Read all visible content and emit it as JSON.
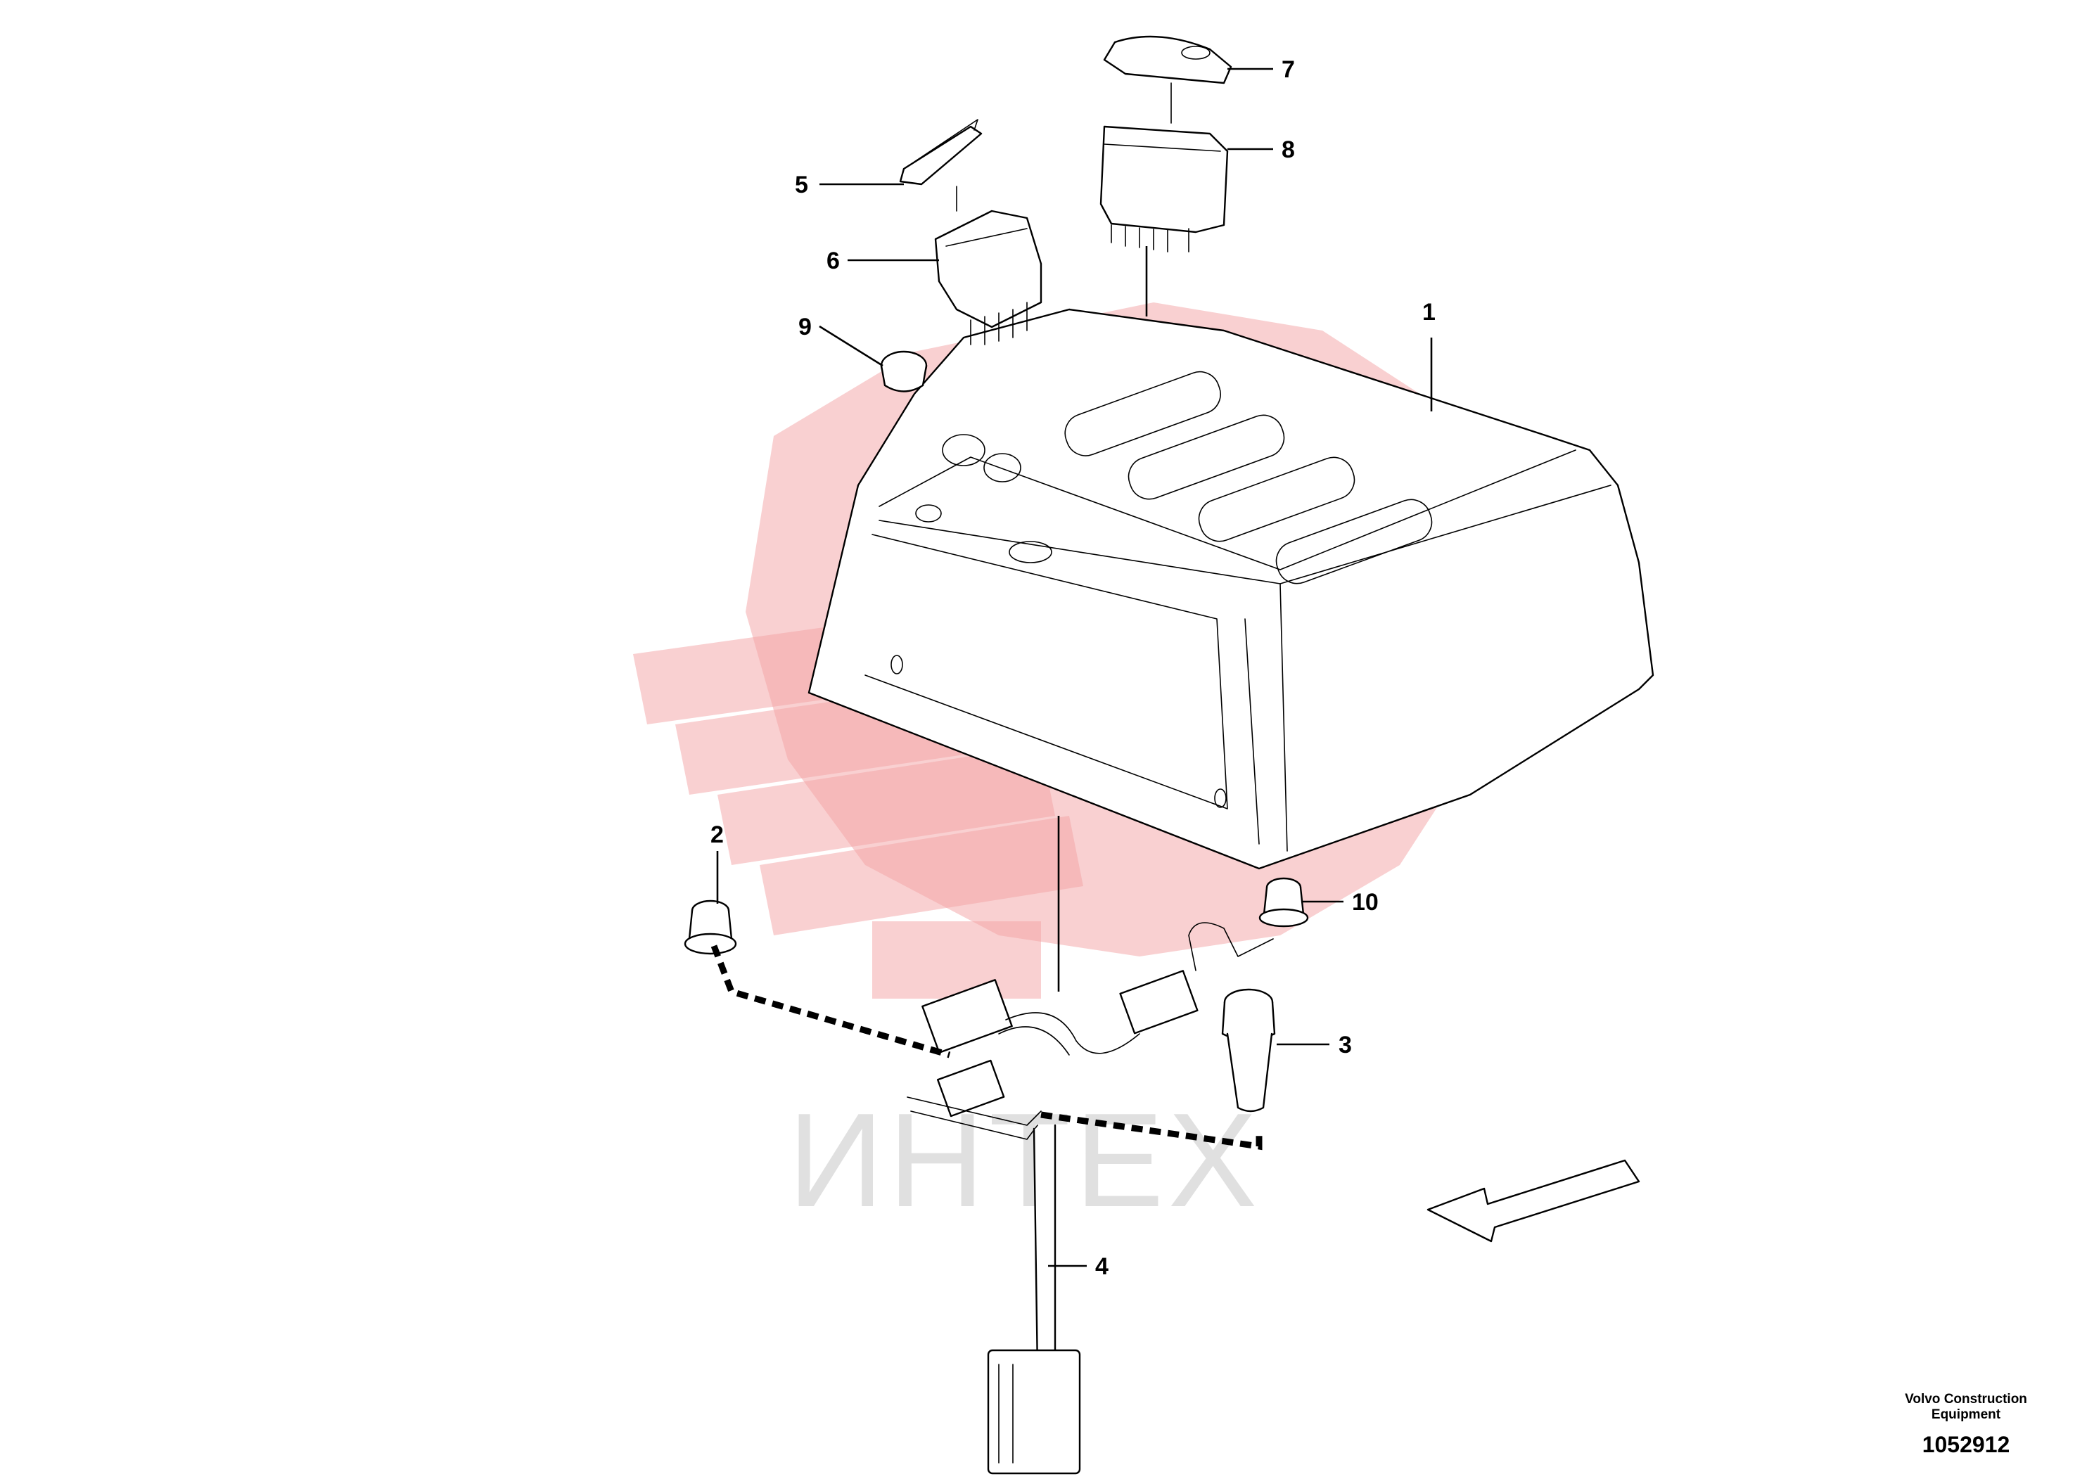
{
  "diagram": {
    "callouts": [
      {
        "id": "1",
        "label": "1"
      },
      {
        "id": "2",
        "label": "2"
      },
      {
        "id": "3",
        "label": "3"
      },
      {
        "id": "4",
        "label": "4"
      },
      {
        "id": "5",
        "label": "5"
      },
      {
        "id": "6",
        "label": "6"
      },
      {
        "id": "7",
        "label": "7"
      },
      {
        "id": "8",
        "label": "8"
      },
      {
        "id": "9",
        "label": "9"
      },
      {
        "id": "10",
        "label": "10"
      }
    ],
    "watermark_text": "ИНТЕХ",
    "watermark_color": "#f3a1a4"
  },
  "footer": {
    "company_line1": "Volvo Construction",
    "company_line2": "Equipment",
    "document_number": "1052912"
  }
}
